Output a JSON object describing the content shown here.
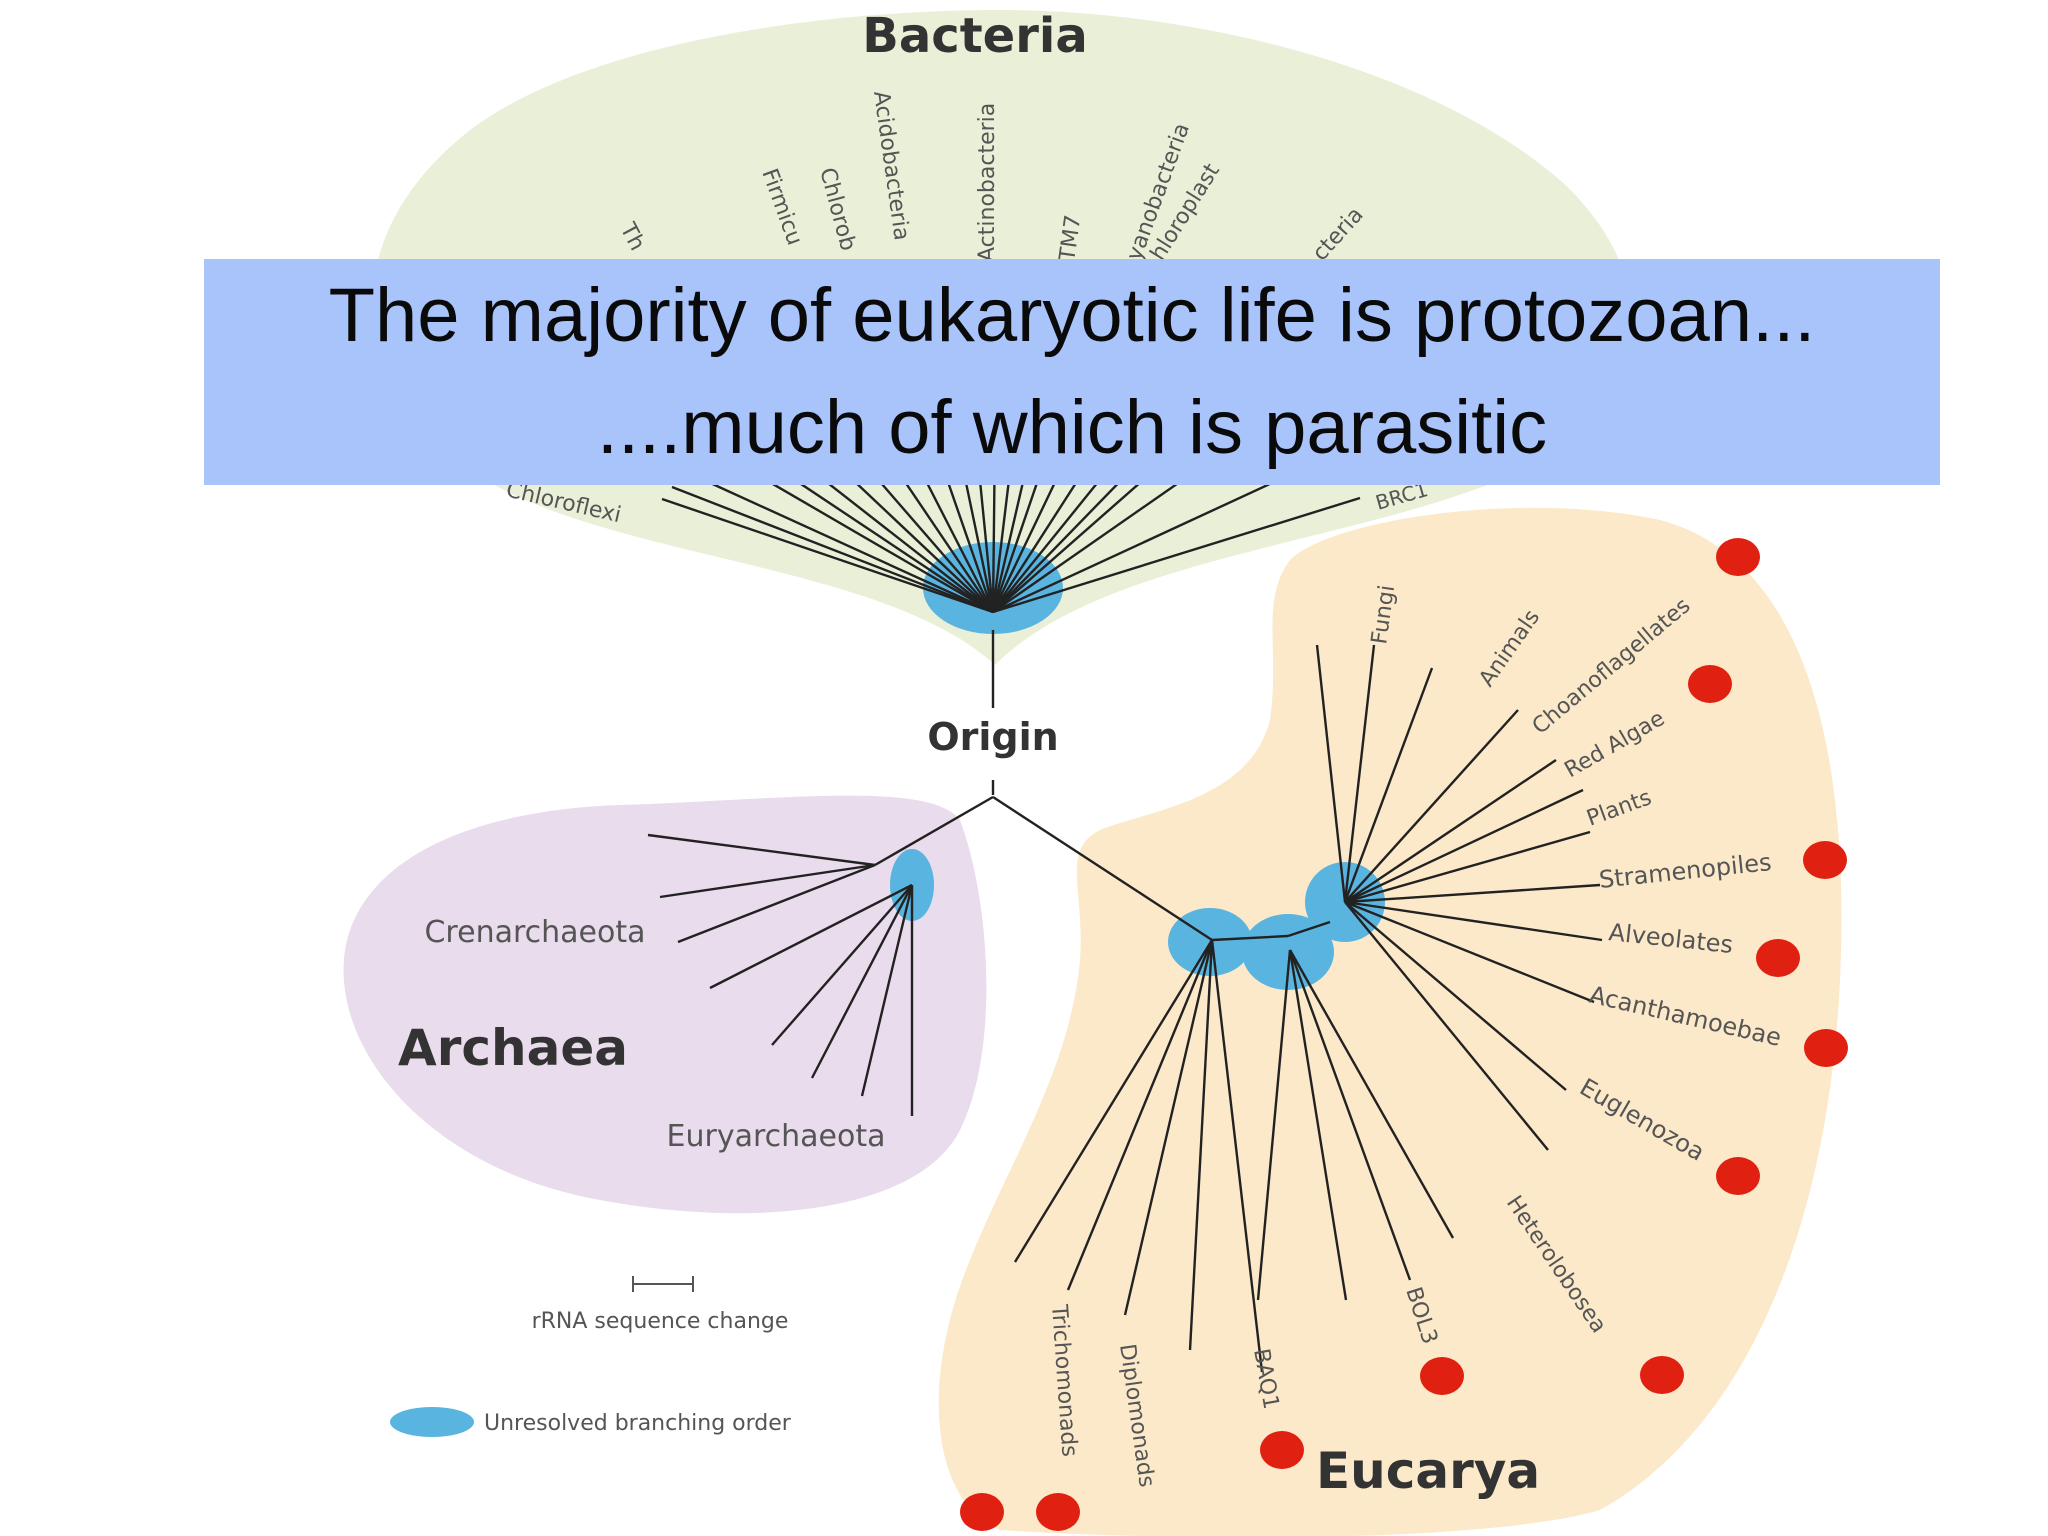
{
  "overlay": {
    "line1": "The majority of eukaryotic life is protozoan...",
    "line2": "....much of which is parasitic"
  },
  "domains": {
    "bacteria": "Bacteria",
    "archaea": "Archaea",
    "eucarya": "Eucarya"
  },
  "origin_label": "Origin",
  "bacteria_groups": [
    "Chloroflexi",
    "Th",
    "Firmicu",
    "Chlorob",
    "Acidobacteria",
    "Actinobacteria",
    "TM7",
    "yanobacteria",
    "hloroplast",
    "cteria",
    "BRC1"
  ],
  "archaea_groups": [
    "Crenarchaeota",
    "Euryarchaeota"
  ],
  "eucarya_groups": [
    "Fungi",
    "Animals",
    "Choanoflagellates",
    "Red Algae",
    "Plants",
    "Stramenopiles",
    "Alveolates",
    "Acanthamoebae",
    "Euglenozoa",
    "Heterolobosea",
    "BOL3",
    "BAQ1",
    "Diplomonads",
    "Trichomonads"
  ],
  "legend": {
    "scale_label": "rRNA sequence change",
    "ellipse_label": "Unresolved branching order"
  },
  "colors": {
    "bacteria_region": "#eaf0d8",
    "archaea_region": "#e9dcec",
    "eucarya_region": "#fbe9c9",
    "unresolved": "#5ab4e0",
    "marker": "#e02010",
    "banner": "#a9c3fb"
  },
  "markers": [
    "Choanoflagellates",
    "Red Algae",
    "Stramenopiles",
    "Alveolates",
    "Acanthamoebae",
    "Euglenozoa",
    "Heterolobosea",
    "BOL3",
    "BAQ1",
    "Diplomonads",
    "Trichomonads"
  ]
}
